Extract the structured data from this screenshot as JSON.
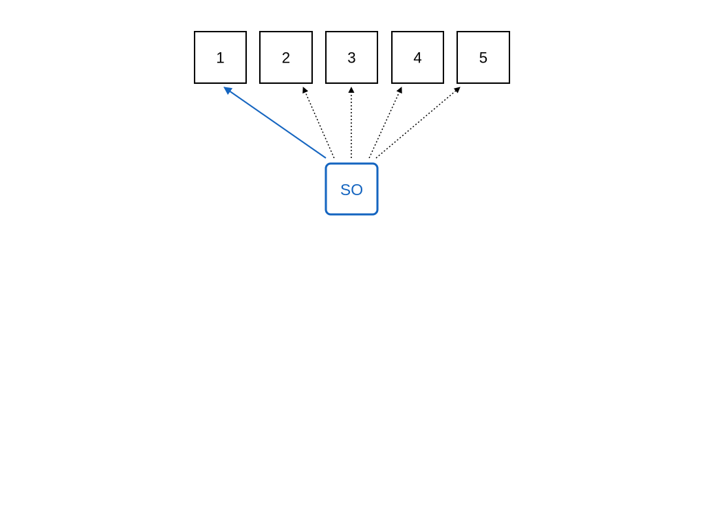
{
  "slots": [
    {
      "label": "1"
    },
    {
      "label": "2"
    },
    {
      "label": "3"
    },
    {
      "label": "4"
    },
    {
      "label": "5"
    }
  ],
  "source": {
    "label": "SO"
  },
  "connections": [
    {
      "target": "1",
      "style": "solid"
    },
    {
      "target": "2",
      "style": "dotted"
    },
    {
      "target": "3",
      "style": "dotted"
    },
    {
      "target": "4",
      "style": "dotted"
    },
    {
      "target": "5",
      "style": "dotted"
    }
  ],
  "colors": {
    "accent": "#1565c0",
    "stroke": "#000000",
    "background": "#ffffff"
  }
}
